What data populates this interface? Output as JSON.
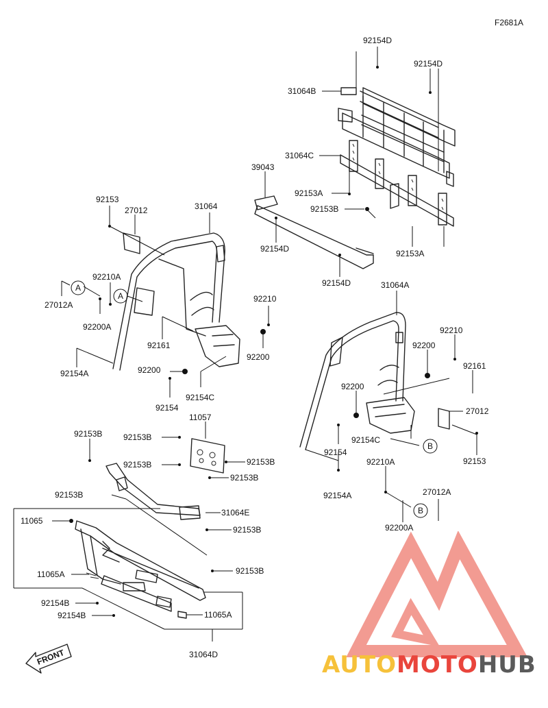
{
  "figure_code": "F2681A",
  "front_label": "FRONT",
  "watermark": {
    "part1": "AUTO",
    "part2": "MOTO",
    "part3": "HUB",
    "colors": {
      "part1": "#f6c13a",
      "part2": "#e9453c",
      "part3": "#5a5a5a",
      "logo": "#f08a80"
    }
  },
  "callout_markers": [
    "A",
    "A",
    "B",
    "B"
  ],
  "parts": [
    "92154D",
    "92154D",
    "31064B",
    "31064C",
    "39043",
    "92153A",
    "92153B",
    "92153A",
    "92154D",
    "92154D",
    "92153",
    "27012",
    "31064",
    "92210A",
    "27012A",
    "92200A",
    "92210",
    "92161",
    "92200",
    "92154A",
    "92200",
    "92154C",
    "92154",
    "31064A",
    "92210",
    "92200",
    "92161",
    "92200",
    "27012",
    "92154",
    "92154C",
    "92153",
    "92210A",
    "27012A",
    "92154A",
    "92200A",
    "92153B",
    "92153B",
    "11057",
    "92153B",
    "92153B",
    "92153B",
    "92153B",
    "31064E",
    "92153B",
    "11065",
    "11065A",
    "92153B",
    "92154B",
    "92154B",
    "11065A",
    "31064D"
  ]
}
